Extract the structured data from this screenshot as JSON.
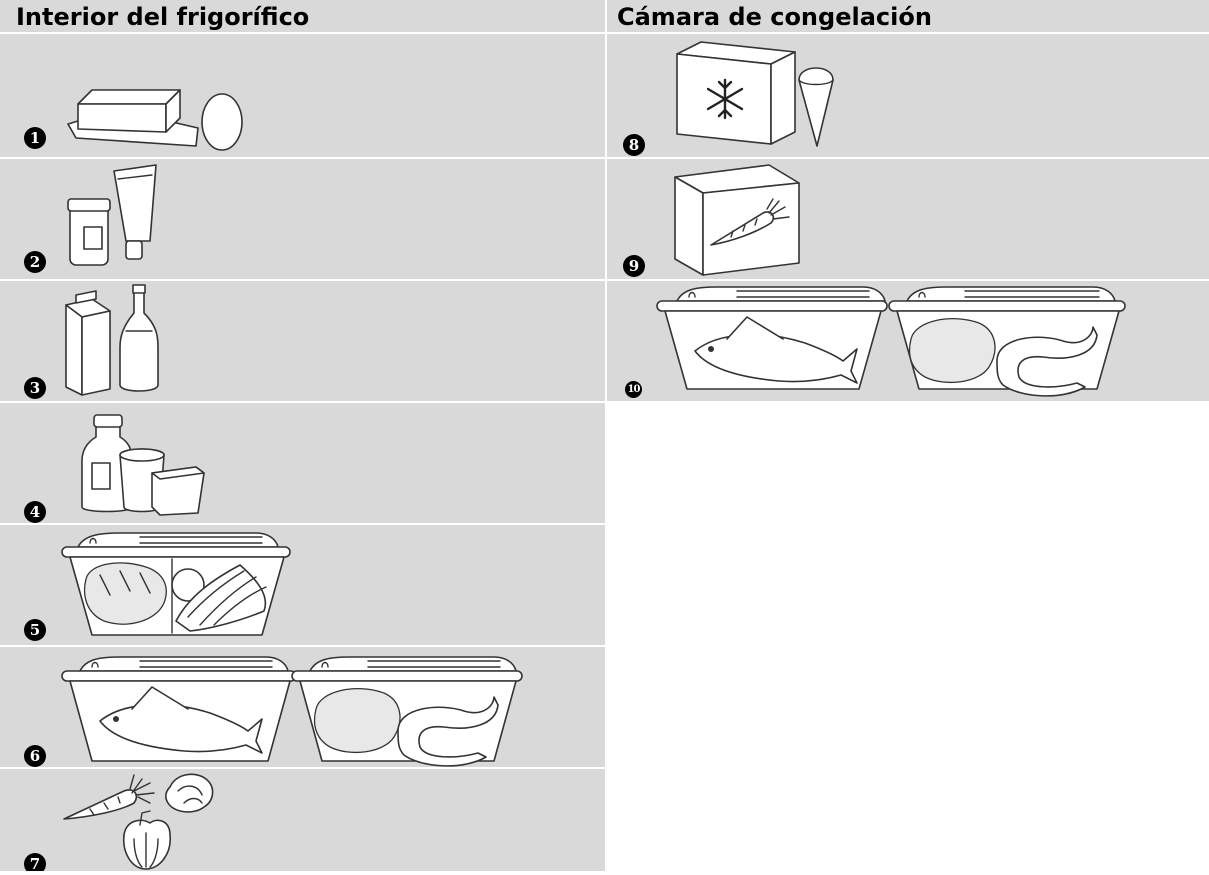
{
  "columns": {
    "fridge": {
      "title": "Interior del frigorífico"
    },
    "freezer": {
      "title": "Cámara de congelación"
    }
  },
  "shelves": [
    {
      "number": "1",
      "icon": "butter-dish-egg-icon"
    },
    {
      "number": "2",
      "icon": "jar-tube-icon"
    },
    {
      "number": "3",
      "icon": "carton-bottle-icon"
    },
    {
      "number": "4",
      "icon": "dairy-containers-icon"
    },
    {
      "number": "5",
      "icon": "crisper-drawer-icon"
    },
    {
      "number": "6",
      "icon": "fish-meat-drawers-icon"
    },
    {
      "number": "7",
      "icon": "vegetables-icon"
    },
    {
      "number": "8",
      "icon": "frozen-box-icecream-icon"
    },
    {
      "number": "9",
      "icon": "frozen-vegetables-box-icon"
    },
    {
      "number": "10",
      "icon": "frozen-fish-meat-drawers-icon"
    }
  ]
}
